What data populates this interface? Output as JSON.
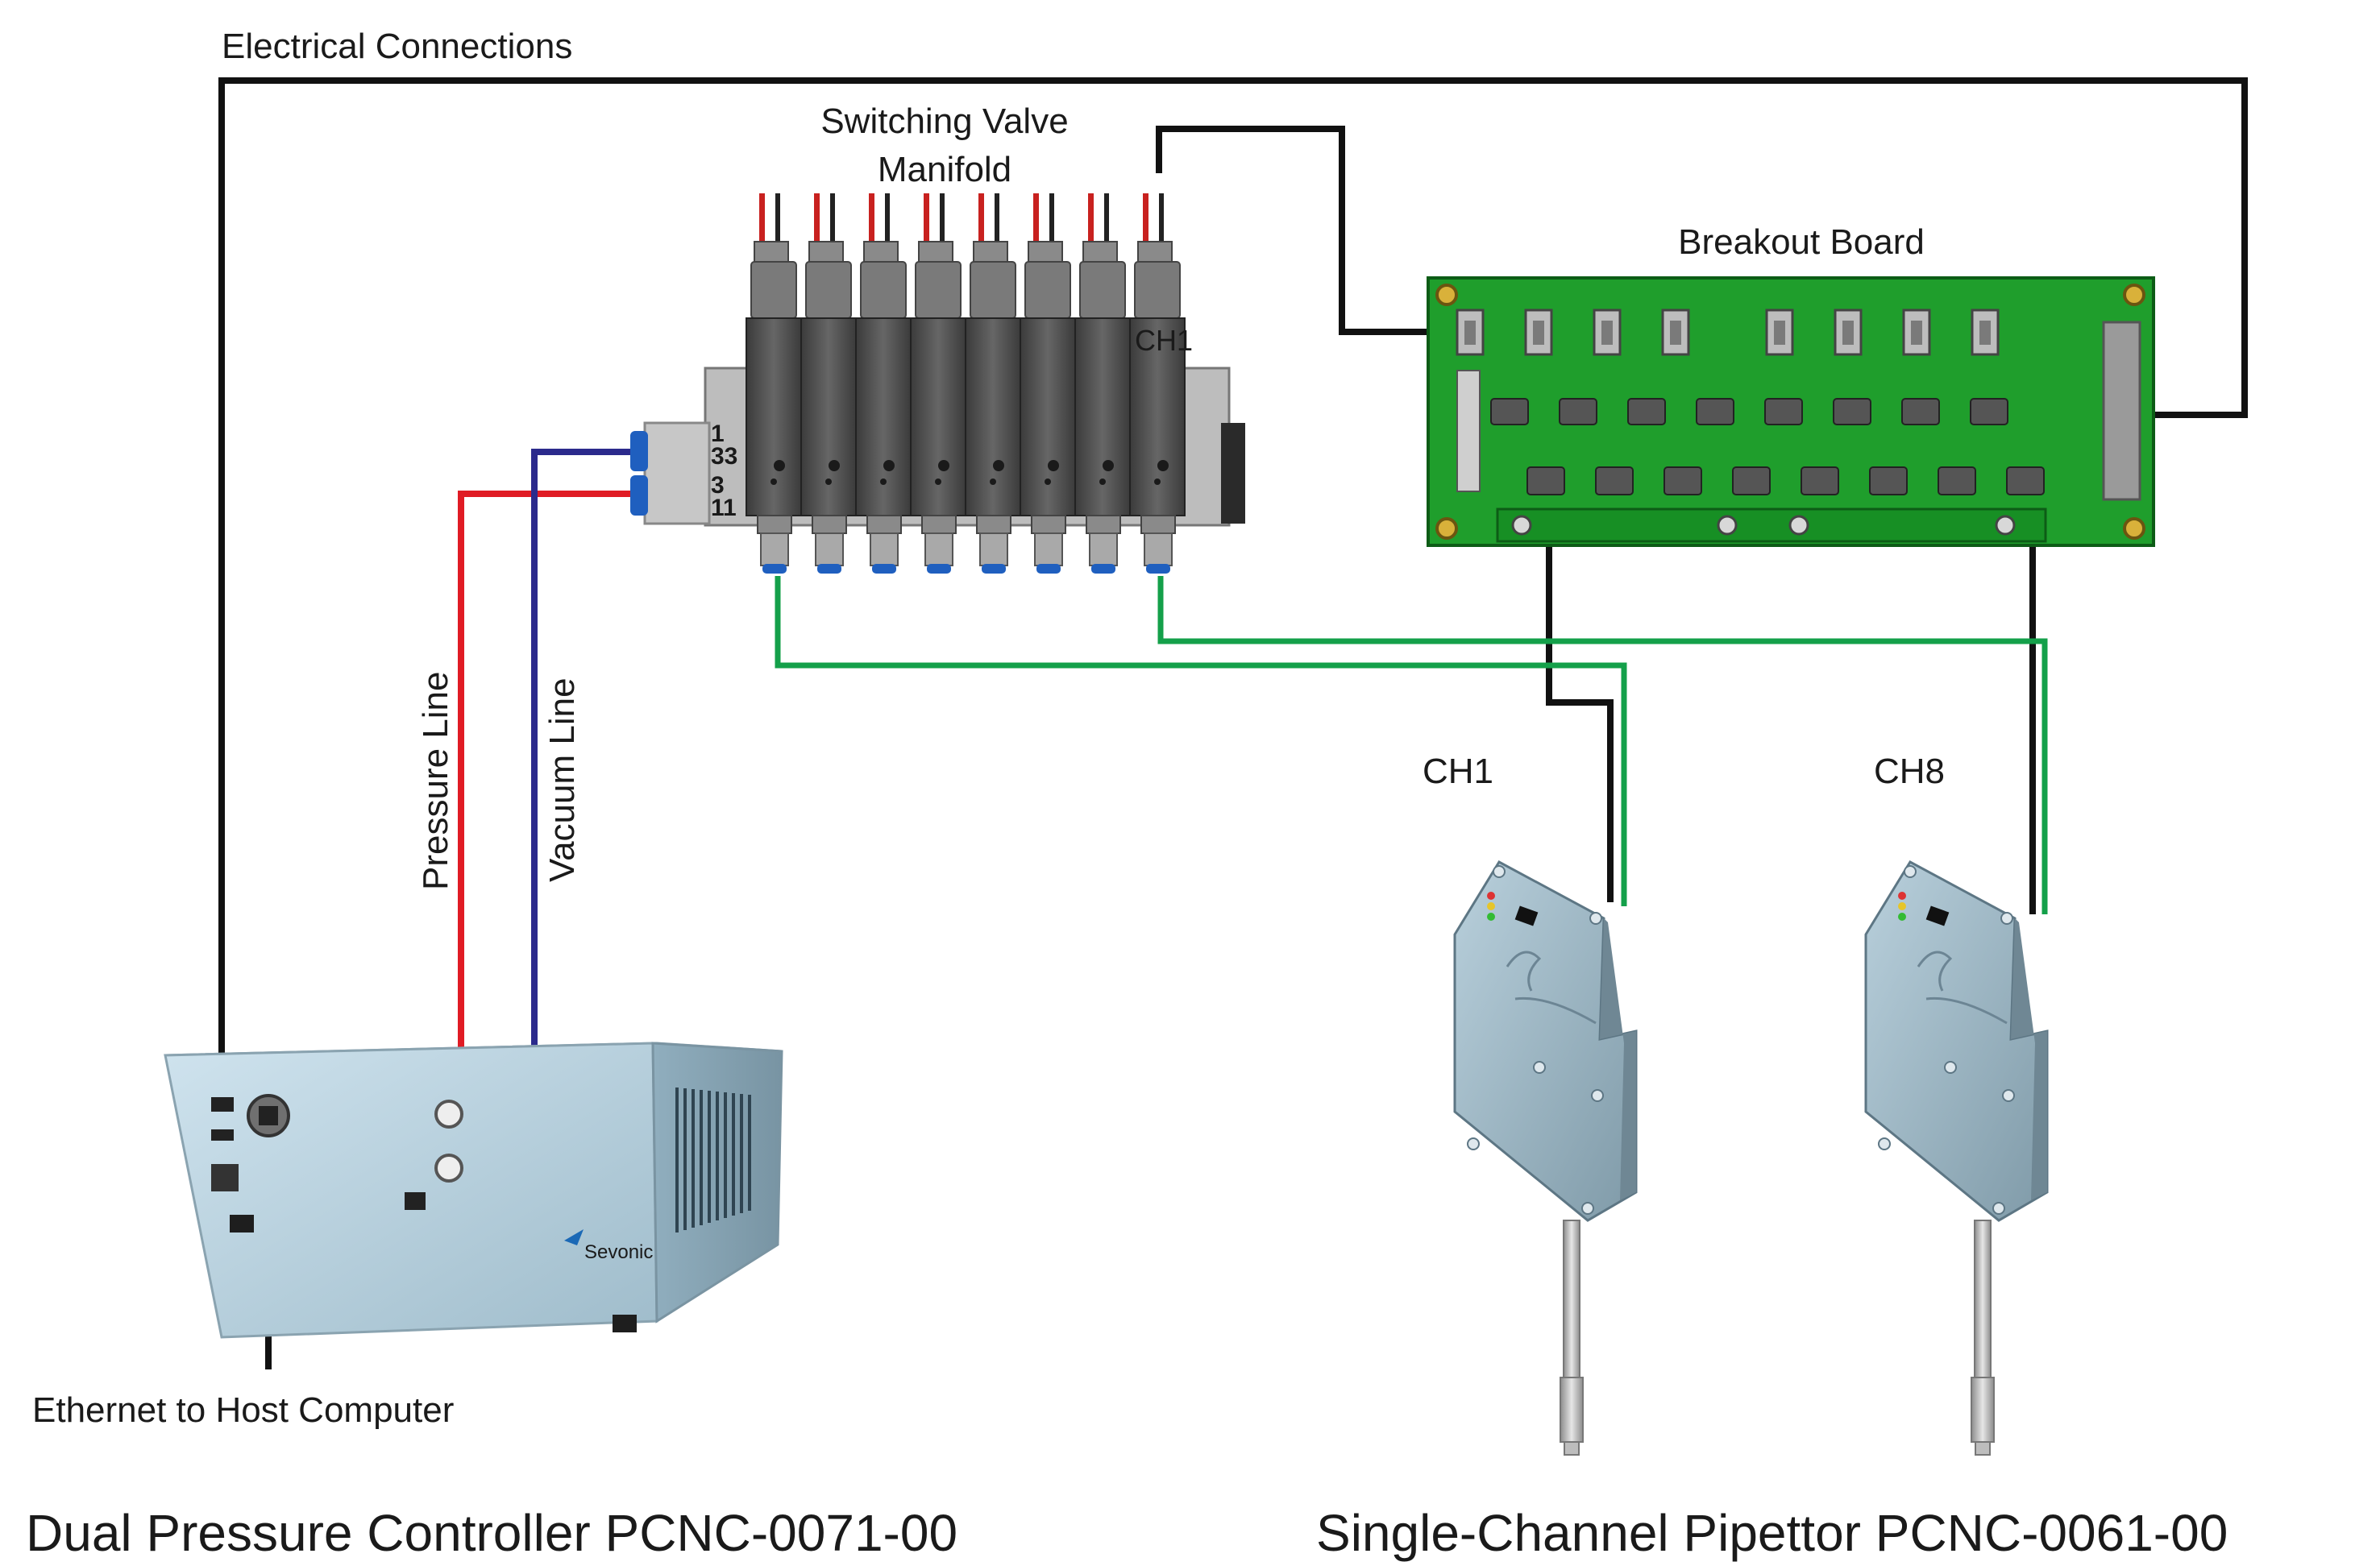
{
  "labels": {
    "electrical": "Electrical Connections",
    "switching_valve": [
      "Switching Valve",
      "Manifold"
    ],
    "breakout_board": "Breakout Board",
    "pressure_line": "Pressure Line",
    "vacuum_line": "Vacuum Line",
    "ch1_pipettor": "CH1",
    "ch8_pipettor": "CH8",
    "ch1_manifold": "CH1",
    "ethernet": "Ethernet to Host Computer",
    "port_labels": [
      "1",
      "33",
      "3",
      "11"
    ],
    "controller_title": "Dual Pressure Controller PCNC-0071-00",
    "pipettor_title": "Single-Channel Pipettor PCNC-0061-00",
    "brand": "Sevonic"
  },
  "colors": {
    "electrical_wire": "#111111",
    "pressure_line": "#e01b24",
    "vacuum_line": "#2b2a8c",
    "fluid_line": "#14a04a",
    "board_green": "#1f9e2c",
    "device_blue": "#a9c6d6",
    "valve_gray": "#4d4d4d"
  }
}
